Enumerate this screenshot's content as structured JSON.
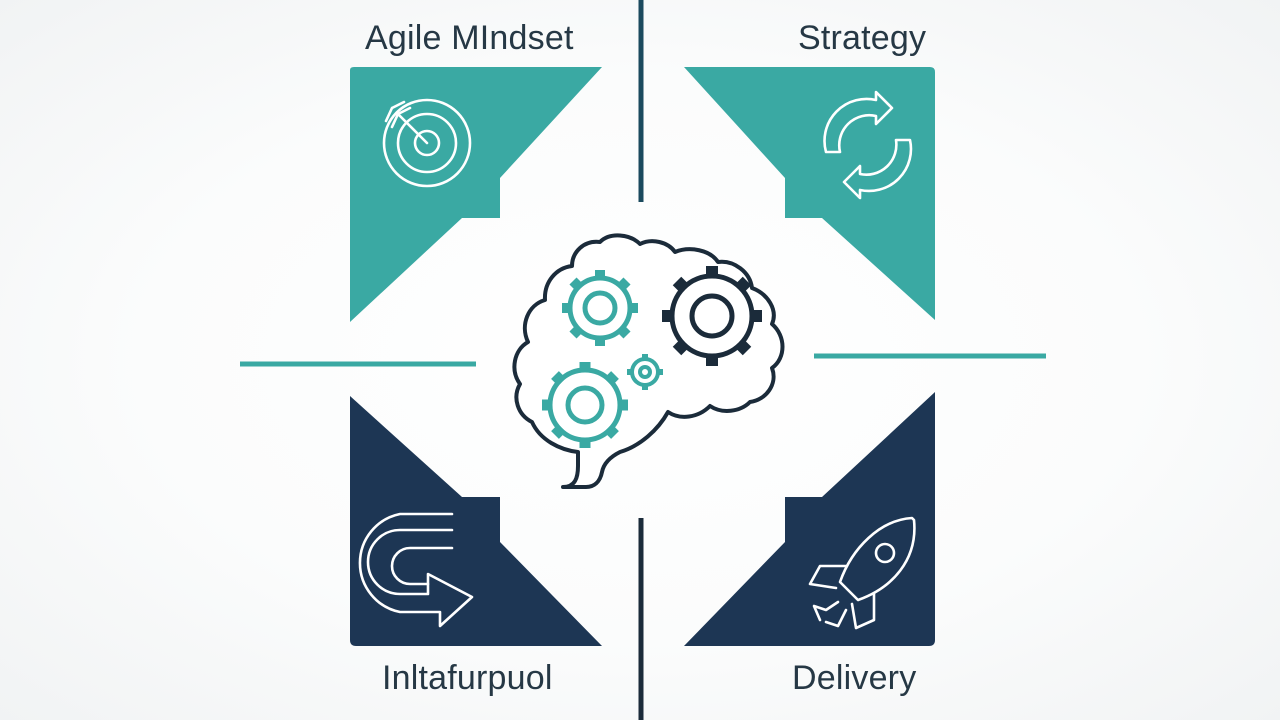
{
  "quadrants": {
    "top_left": {
      "label": "Agile MIndset",
      "icon": "target-icon",
      "color": "#3aa9a3"
    },
    "top_right": {
      "label": "Strategy",
      "icon": "cycle-arrows-icon",
      "color": "#3aa9a3"
    },
    "bottom_left": {
      "label": "Inltafurpuol",
      "icon": "loop-arrow-icon",
      "color": "#1d3654"
    },
    "bottom_right": {
      "label": "Delivery",
      "icon": "rocket-icon",
      "color": "#1d3654"
    }
  },
  "center": {
    "icon": "brain-gears-icon"
  },
  "colors": {
    "teal": "#3aa9a3",
    "navy": "#1d3654",
    "outline": "#1b2b3a",
    "white": "#ffffff"
  }
}
